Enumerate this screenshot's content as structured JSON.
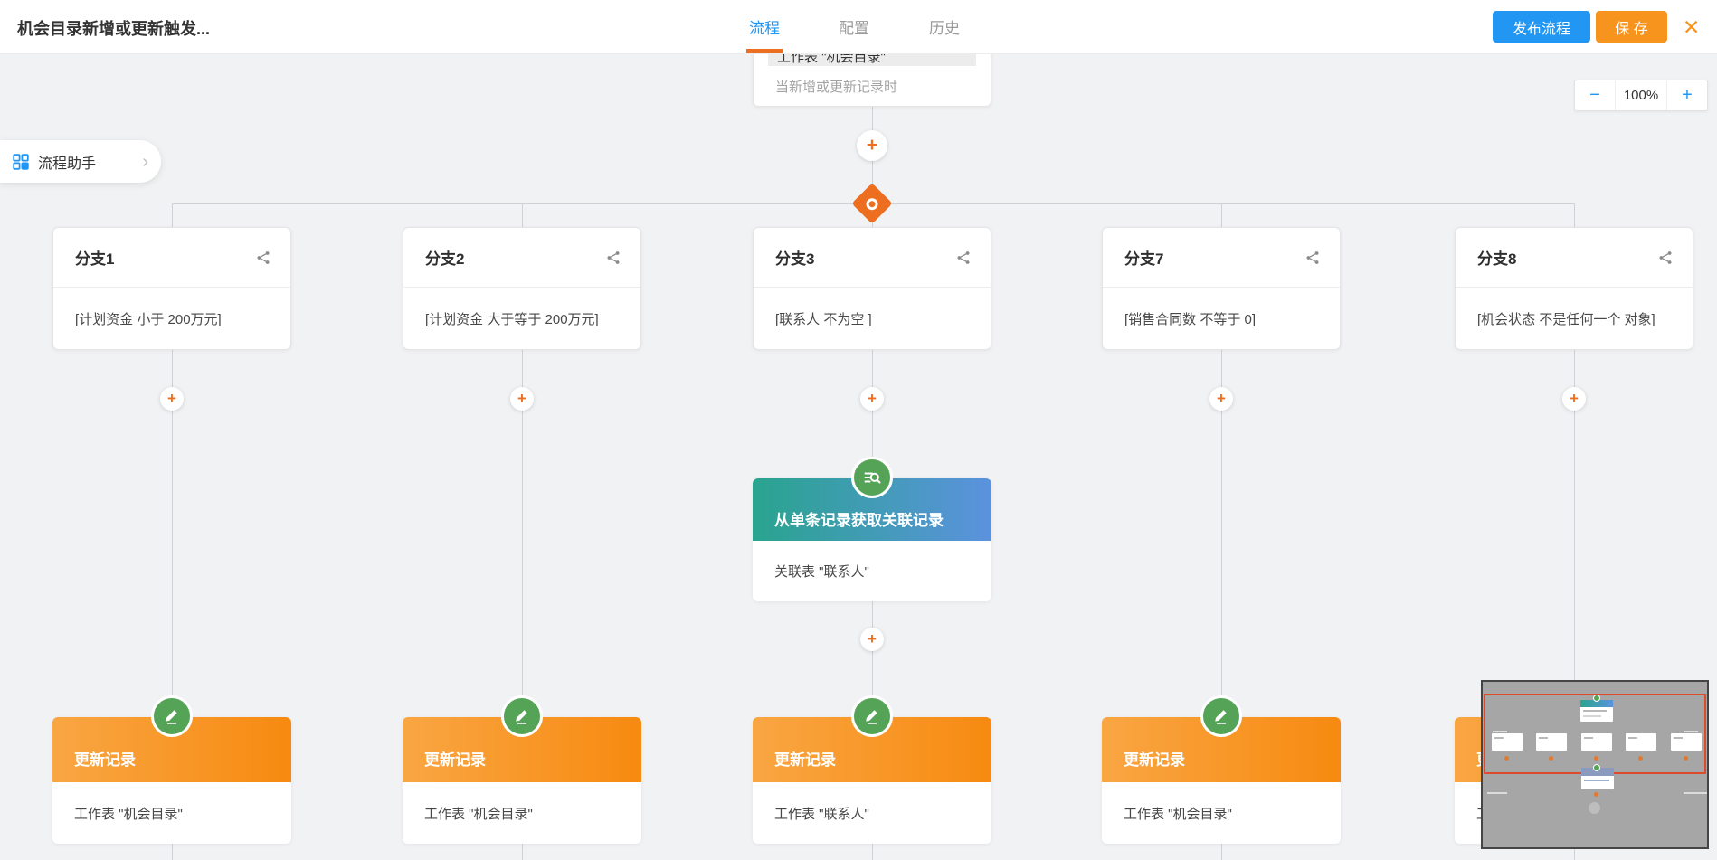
{
  "topbar": {
    "title": "机会目录新增或更新触发...",
    "tabs": [
      {
        "label": "流程",
        "active": true
      },
      {
        "label": "配置",
        "active": false
      },
      {
        "label": "历史",
        "active": false
      }
    ],
    "publish_label": "发布流程",
    "save_label": "保 存",
    "close_glyph": "✕"
  },
  "zoom_control": {
    "minus": "−",
    "level": "100%",
    "plus": "+"
  },
  "assistant": {
    "label": "流程助手",
    "chevron": "›"
  },
  "trigger": {
    "field_text": "工作表 \"机会目录\"",
    "description": "当新增或更新记录时"
  },
  "gateway": {
    "type": "branch-gateway"
  },
  "branches": [
    {
      "title": "分支1",
      "condition": "[计划资金 小于 200万元]"
    },
    {
      "title": "分支2",
      "condition": "[计划资金 大于等于 200万元]"
    },
    {
      "title": "分支3",
      "condition": "[联系人 不为空 ]"
    },
    {
      "title": "分支7",
      "condition": "[销售合同数 不等于 0]"
    },
    {
      "title": "分支8",
      "condition": "[机会状态 不是任何一个 对象]"
    }
  ],
  "lookup_node": {
    "title": "从单条记录获取关联记录",
    "content": "关联表 \"联系人\"",
    "icon": "search-list-icon"
  },
  "update_nodes": [
    {
      "title": "更新记录",
      "content": "工作表 \"机会目录\"",
      "icon": "pencil-icon"
    },
    {
      "title": "更新记录",
      "content": "工作表 \"机会目录\"",
      "icon": "pencil-icon"
    },
    {
      "title": "更新记录",
      "content": "工作表 \"联系人\"",
      "icon": "pencil-icon"
    },
    {
      "title": "更新记录",
      "content": "工作表 \"机会目录\"",
      "icon": "pencil-icon"
    },
    {
      "title": "更新记录",
      "content": "工作表",
      "icon": "pencil-icon"
    }
  ],
  "plus_glyph": "+",
  "colors": {
    "accent_blue": "#2196f3",
    "accent_orange": "#ee6e1f",
    "save_orange": "#f7941e",
    "lookup_gradient": [
      "#29a48e",
      "#5b92de"
    ],
    "update_gradient": [
      "#f9a643",
      "#f78a10"
    ],
    "node_icon_green": "#55a356",
    "canvas_bg": "#f1f2f4",
    "minimap_viewport_red": "#dd4a2c"
  }
}
